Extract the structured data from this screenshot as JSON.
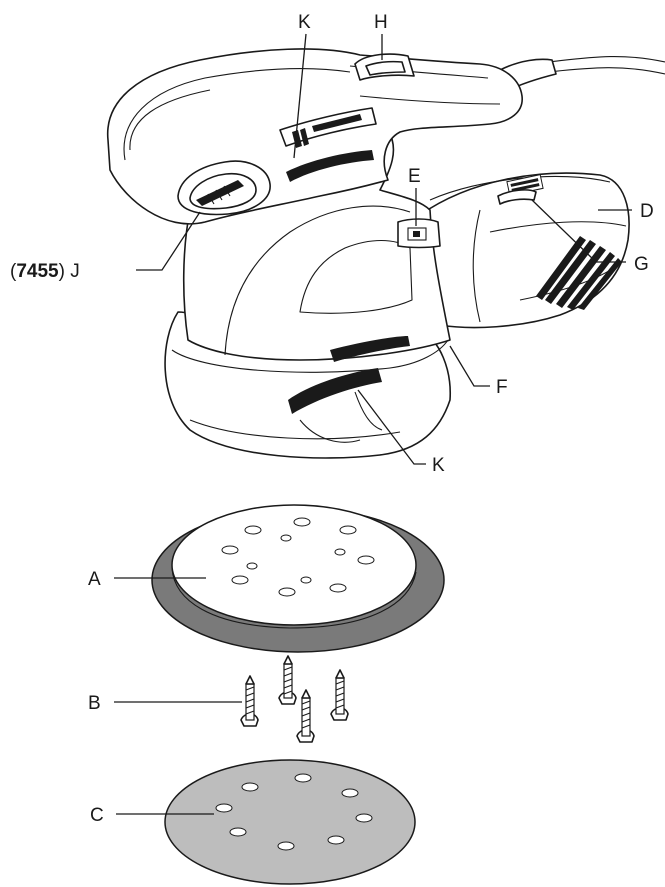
{
  "labels": {
    "k_top": "K",
    "h": "H",
    "e": "E",
    "d": "D",
    "g": "G",
    "model_number": "7455",
    "j": "J",
    "f": "F",
    "k_bottom": "K",
    "a": "A",
    "b": "B",
    "c": "C"
  },
  "colors": {
    "line": "#1a1a1a",
    "pad_rim": "#7a7a7a",
    "sanding_disc": "#bdbdbd"
  }
}
